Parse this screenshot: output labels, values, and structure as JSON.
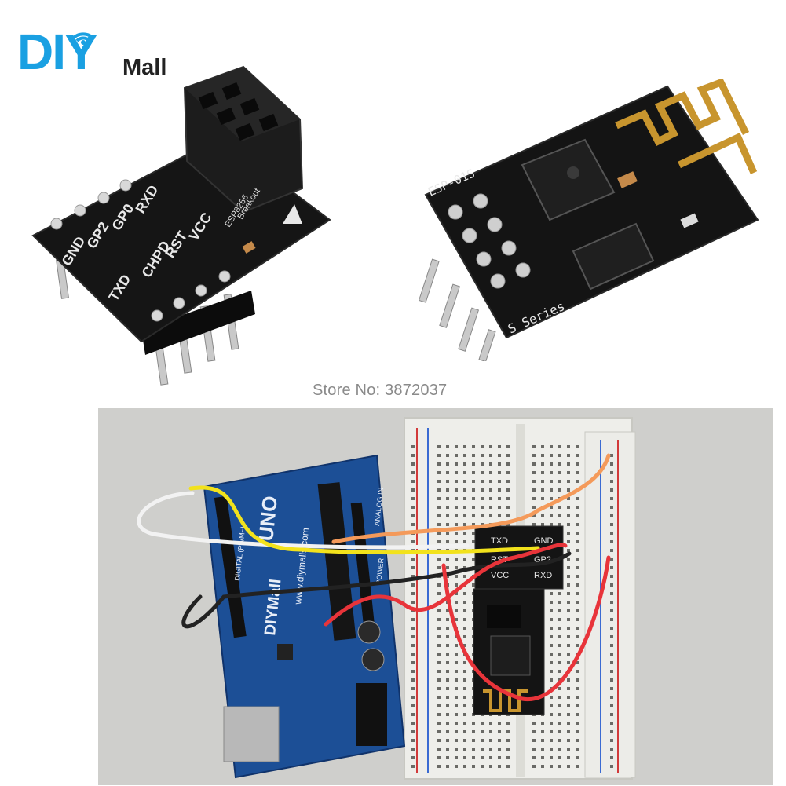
{
  "brand": {
    "logo_text": "DIY",
    "logo_suffix": "Mall",
    "logo_color": "#1aa0e2"
  },
  "store_label": "Store No: 3872037",
  "adapter_board": {
    "pin_labels_left": [
      "GND",
      "GP2",
      "GP0",
      "RXD"
    ],
    "pin_labels_right": [
      "TXD",
      "CHPD",
      "RST",
      "VCC"
    ],
    "silkscreen": [
      "ESP8266",
      "Breakout"
    ]
  },
  "esp_module": {
    "model": "ESP-01S",
    "series": "S Series"
  },
  "breadboard_module": {
    "top_labels": [
      "TXD",
      "GND"
    ],
    "mid_labels": [
      "RST",
      "GP2"
    ],
    "low_labels": [
      "VCC",
      "RXD"
    ]
  },
  "arduino": {
    "url_text": "www.diymalls.com",
    "brand_text": "DIYMall",
    "uno_text": "UNO",
    "analog_label": "ANALOG IN",
    "power_label": "POWER",
    "digital_label": "DIGITAL (PWM~)"
  },
  "colors": {
    "pcb": "#151515",
    "pcb_blue": "#1c4f96",
    "wire_orange": "#f49a5a",
    "wire_yellow": "#f2e21c",
    "wire_red": "#e8343a",
    "wire_black": "#222222",
    "wire_white": "#f2f2f2"
  }
}
